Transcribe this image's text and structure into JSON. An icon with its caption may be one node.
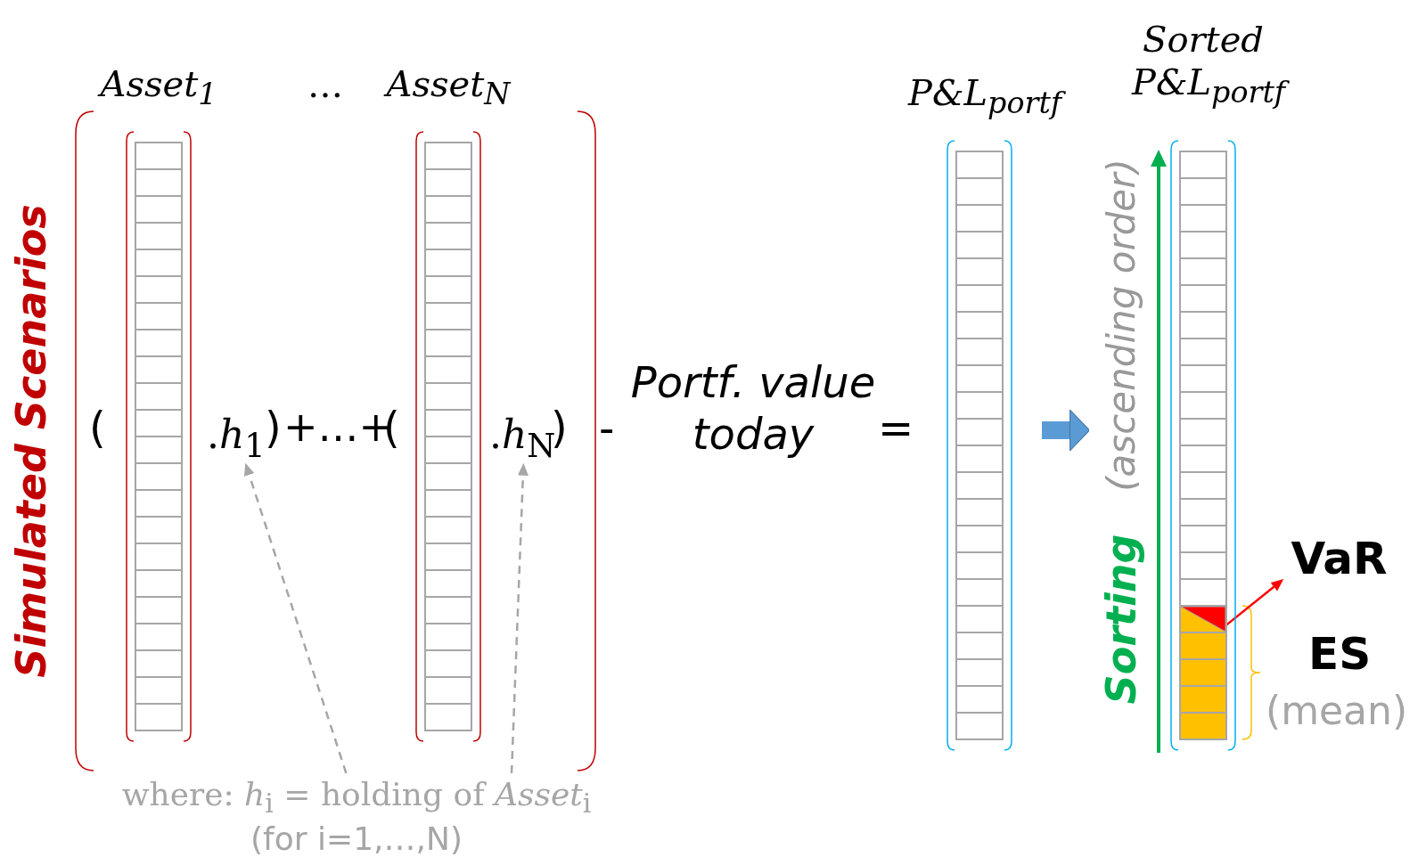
{
  "diagram": {
    "nodes": [
      {
        "text": [
          "Asset$_{1}$"
        ]
      },
      {
        "text": [
          "Asset$_{N}$"
        ]
      },
      {
        "text": [
          ".*h*$_{1}$"
        ]
      },
      {
        "text": [
          ".*h*$_{N}$"
        ]
      },
      {
        "text": [
          "where: *h*$_{i}$ = holding of *Asset*$_{i}$",
          "(for i=1,…,N)"
        ]
      },
      {
        "text": [
          "P&L$_{portf}$"
        ]
      },
      {
        "text": [
          "Sorted P&L$_{portf}$"
        ]
      },
      {
        "text": [],
        "shape": "triangle",
        "in": 6
      },
      {
        "text": [
          "VaR"
        ]
      }
    ],
    "edges": [
      {
        "from": 4,
        "to": 2,
        "arrow": "to",
        "style": "dashed",
        "color": "#a6a6a6"
      },
      {
        "from": 4,
        "to": 3,
        "arrow": "to",
        "style": "dashed",
        "color": "#a6a6a6"
      },
      {
        "from": 5,
        "to": 6,
        "arrow": "to",
        "style": "thick",
        "color": "#5b9bd5"
      },
      {
        "from": 7,
        "to": 8,
        "arrow": "to",
        "color": "#ff0000"
      }
    ],
    "labels": [
      "Simulated Scenarios",
      "…",
      "(",
      ")",
      "+…+",
      "(",
      ")",
      "-",
      "Portf. value today",
      "=",
      "Sorting",
      "(ascending order)",
      "ES",
      "(mean)"
    ]
  }
}
